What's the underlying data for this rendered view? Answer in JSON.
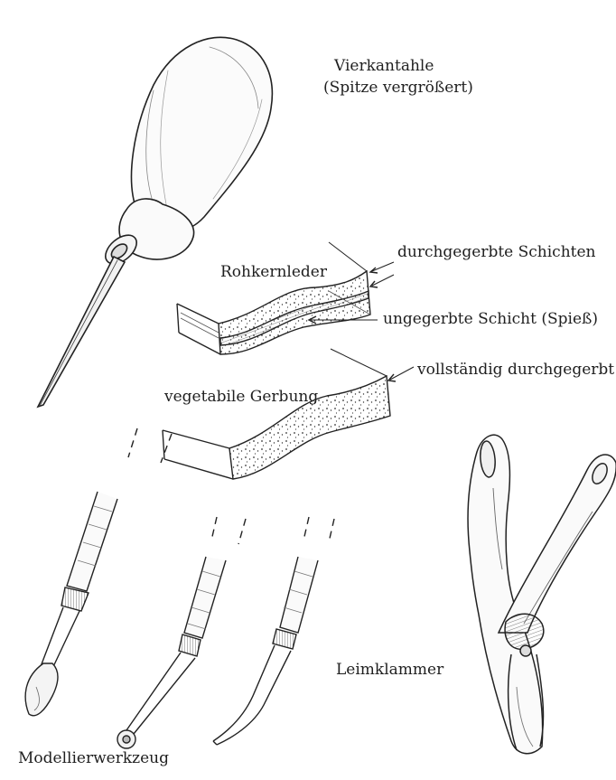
{
  "illustration": {
    "labels": {
      "awl_line1": "Vierkantahle",
      "awl_line2": "(Spitze vergrößert)",
      "raw_core_leather": "Rohkernleder",
      "tanned_layers": "durchgegerbte Schichten",
      "untanned_layer": "ungegerbte Schicht (Spieß)",
      "fully_tanned": "vollständig durchgegerbt",
      "vegetable_tanning": "vegetabile Gerbung",
      "glue_clamp": "Leimklammer",
      "modeling_tool": "Modellierwerkzeug"
    }
  }
}
